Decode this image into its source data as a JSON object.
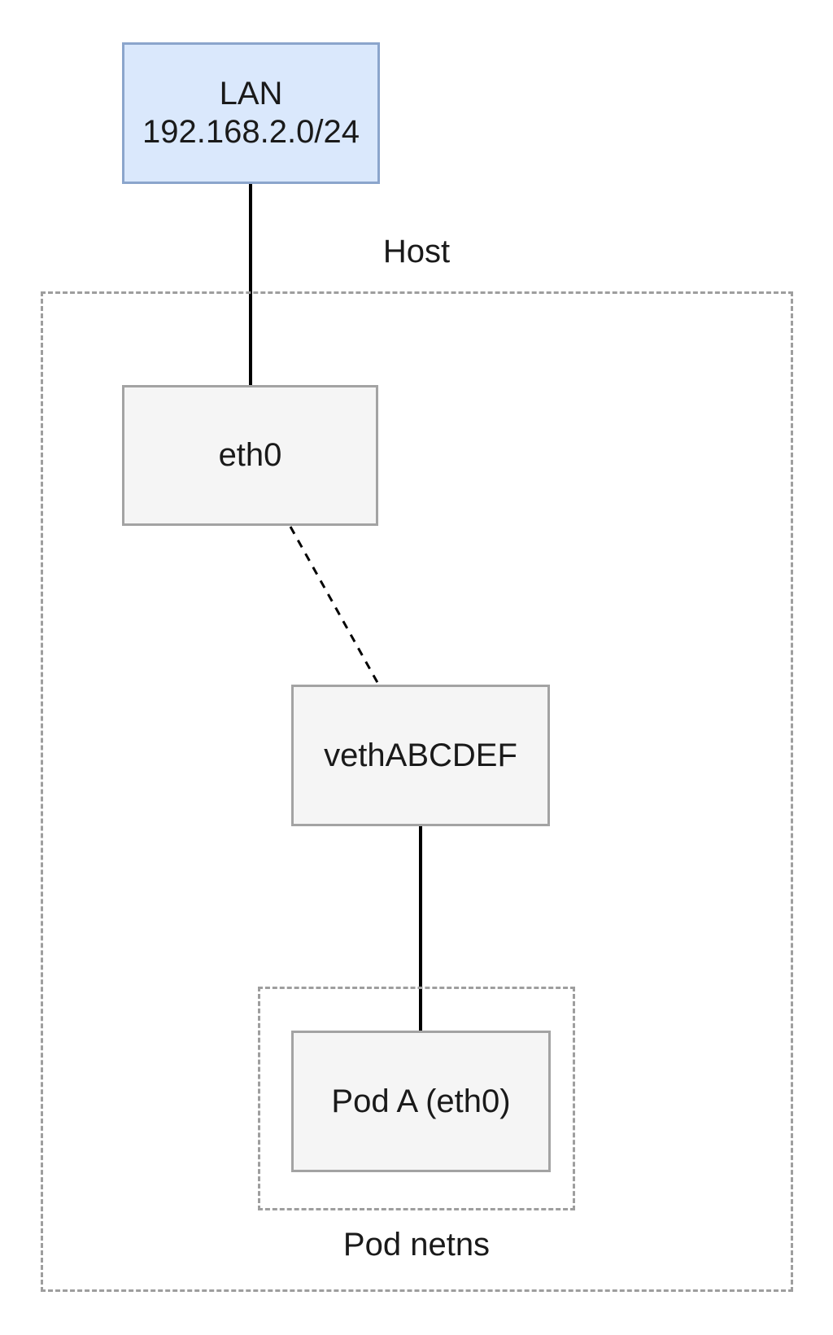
{
  "diagram": {
    "lan": {
      "title": "LAN",
      "subnet": "192.168.2.0/24"
    },
    "host": {
      "label": "Host"
    },
    "eth0": {
      "label": "eth0"
    },
    "veth": {
      "label": "vethABCDEF"
    },
    "pod_netns": {
      "label": "Pod netns"
    },
    "pod_a": {
      "label": "Pod A (eth0)"
    }
  },
  "colors": {
    "background": "#ffffff",
    "text": "#1a1a1a",
    "lan_fill": "#dae8fc",
    "lan_border": "#8ba5cc",
    "node_fill": "#f5f5f5",
    "node_border": "#a3a3a3",
    "container_border": "#9e9e9e",
    "connector": "#000000"
  }
}
